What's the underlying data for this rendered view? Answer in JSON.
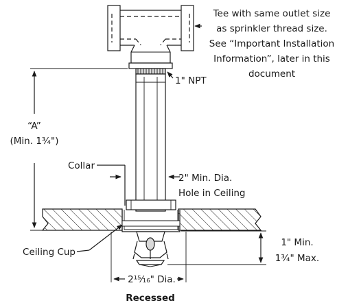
{
  "tee_note": {
    "lines": [
      "Tee with same outlet size",
      "as sprinkler thread size.",
      "See “Important Installation",
      "Information”, later in this",
      "document"
    ]
  },
  "npt_label": "1\" NPT",
  "dimension_a": {
    "label": "“A”",
    "min": "(Min. 1¾\")"
  },
  "collar_label": "Collar",
  "hole_note": {
    "line1": "2\" Min. Dia.",
    "line2": "Hole in Ceiling"
  },
  "ceiling_cup_label": "Ceiling Cup",
  "recess_note": {
    "line1": "1\" Min.",
    "line2": "1¾\" Max."
  },
  "diameter_label": "2¹⁵⁄₁₆\" Dia.",
  "caption": "Recessed"
}
